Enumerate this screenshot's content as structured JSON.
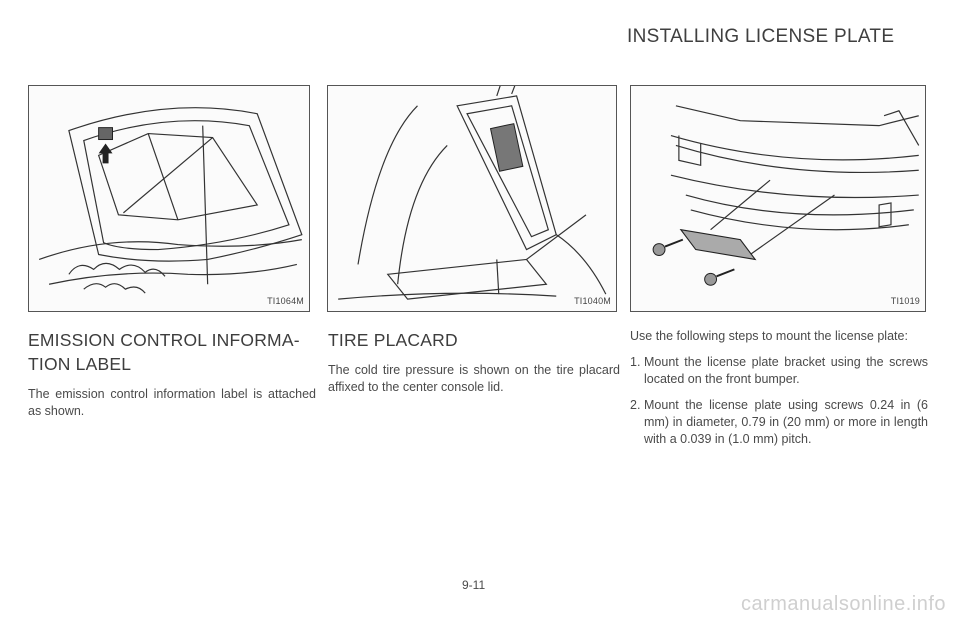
{
  "section_heading": "INSTALLING LICENSE PLATE",
  "figures": {
    "emission": {
      "code": "TI1064M"
    },
    "tire": {
      "code": "TI1040M"
    },
    "plate": {
      "code": "TI1019"
    }
  },
  "columns": {
    "emission": {
      "heading": "EMISSION CONTROL INFORMA-\nTION LABEL",
      "body": "The emission control information label is attached as shown."
    },
    "tire": {
      "heading": "TIRE PLACARD",
      "body": "The cold tire pressure is shown on the tire placard affixed to the center console lid."
    },
    "plate": {
      "intro": "Use the following steps to mount the license plate:",
      "steps": [
        {
          "num": "1.",
          "text": "Mount the license plate bracket using the screws located on the front bumper."
        },
        {
          "num": "2.",
          "text": "Mount the license plate using screws 0.24 in (6 mm) in diameter, 0.79 in (20 mm) or more in length with a 0.039 in (1.0 mm) pitch."
        }
      ]
    }
  },
  "page_number": "9-11",
  "watermark": "carmanualsonline.info"
}
